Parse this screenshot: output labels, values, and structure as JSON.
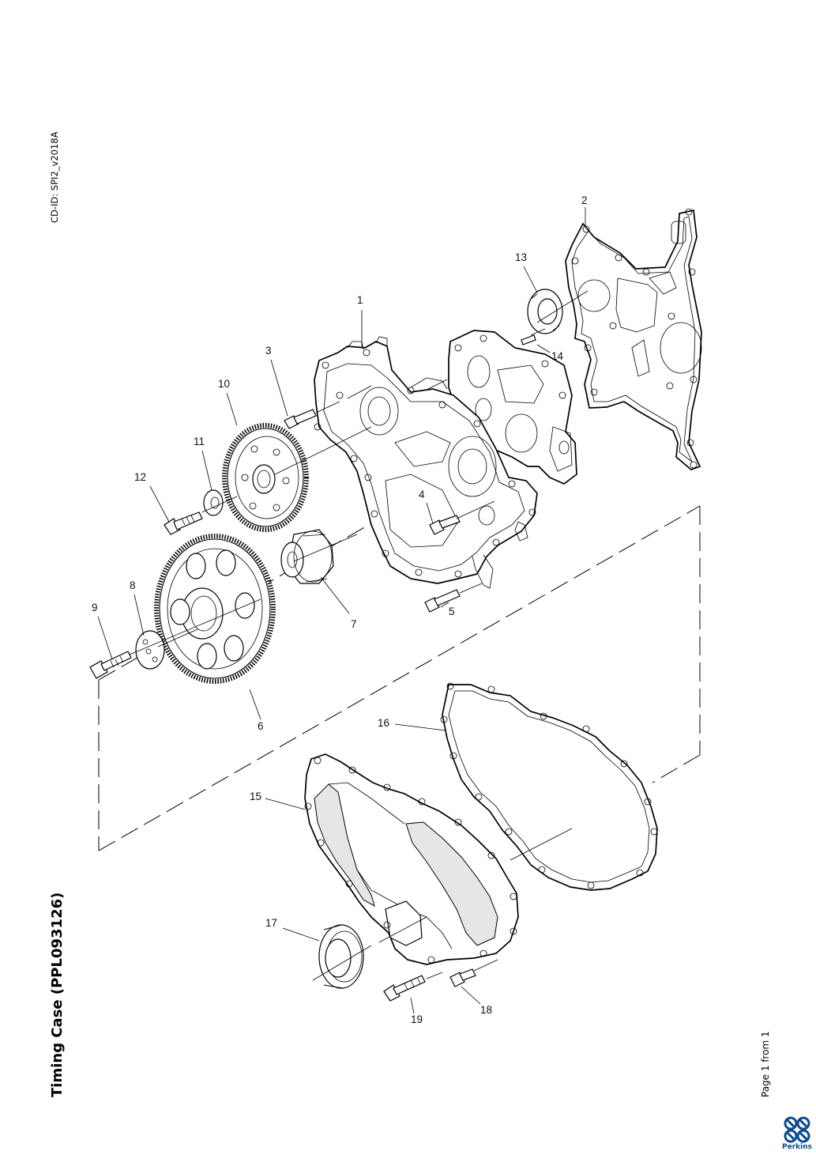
{
  "header": {
    "title": "Timing Case (PPL093126)",
    "cd_id": "CD-ID: SPI2_v2018A"
  },
  "footer": {
    "page_info": "Page 1 from 1",
    "brand": "Perkins"
  },
  "colors": {
    "line": "#000000",
    "background": "#ffffff",
    "brand_blue": "#0a4a8f"
  },
  "callouts": [
    {
      "number": "1",
      "part": "timing-case"
    },
    {
      "number": "2",
      "part": "gasket"
    },
    {
      "number": "3",
      "part": "bolt"
    },
    {
      "number": "4",
      "part": "bolt"
    },
    {
      "number": "5",
      "part": "bolt"
    },
    {
      "number": "6",
      "part": "idler-gear"
    },
    {
      "number": "7",
      "part": "hub"
    },
    {
      "number": "8",
      "part": "plate"
    },
    {
      "number": "9",
      "part": "bolt"
    },
    {
      "number": "10",
      "part": "gear"
    },
    {
      "number": "11",
      "part": "washer"
    },
    {
      "number": "12",
      "part": "bolt"
    },
    {
      "number": "13",
      "part": "thrust-washer"
    },
    {
      "number": "14",
      "part": "dowel"
    },
    {
      "number": "15",
      "part": "front-cover"
    },
    {
      "number": "16",
      "part": "cover-gasket"
    },
    {
      "number": "17",
      "part": "oil-seal"
    },
    {
      "number": "18",
      "part": "bolt"
    },
    {
      "number": "19",
      "part": "bolt"
    }
  ]
}
